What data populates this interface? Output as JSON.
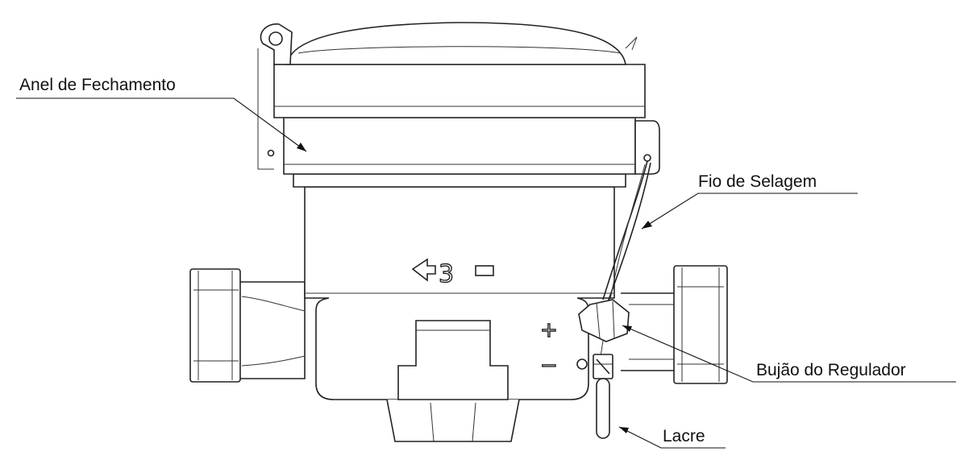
{
  "labels": {
    "closing_ring": "Anel de Fechamento",
    "seal_wire": "Fio de Selagem",
    "regulator_plug": "Bujão do Regulador",
    "seal": "Lacre"
  },
  "markings": {
    "flow_number": "3",
    "plus": "+",
    "minus": "−"
  }
}
